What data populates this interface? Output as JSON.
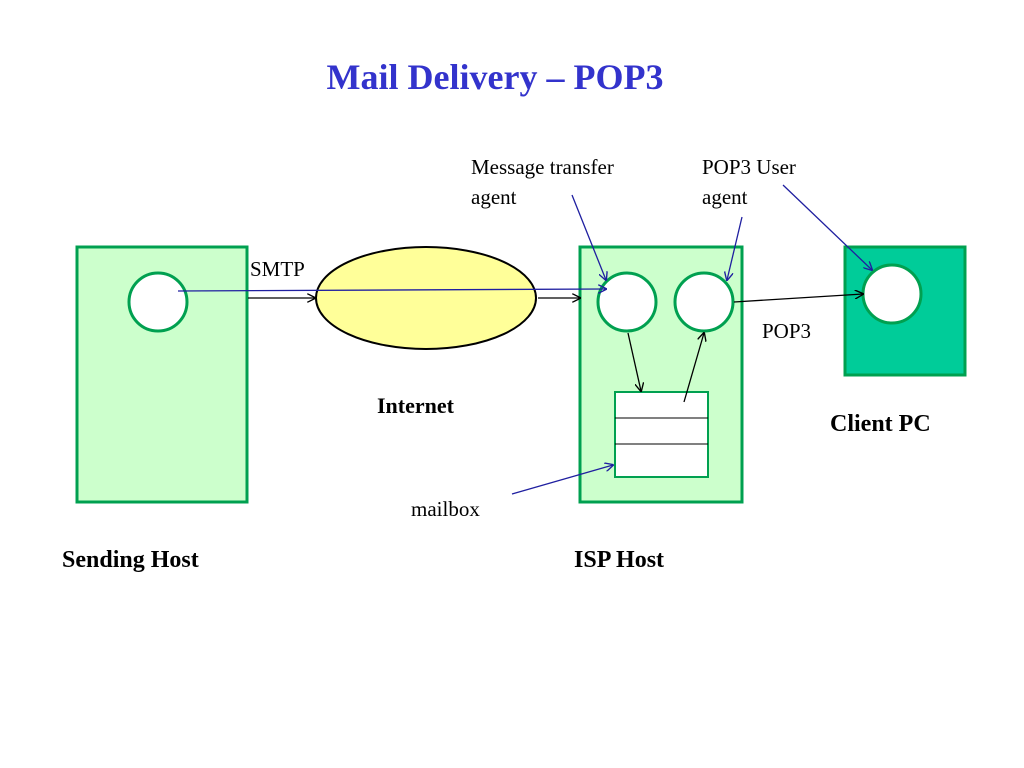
{
  "title": "Mail Delivery – POP3",
  "labels": {
    "smtp": "SMTP",
    "internet": "Internet",
    "mta_line1": "Message transfer",
    "mta_line2": "agent",
    "ua_line1": "POP3 User",
    "ua_line2": "agent",
    "pop3": "POP3",
    "mailbox": "mailbox",
    "sending_host": "Sending Host",
    "isp_host": "ISP Host",
    "client_pc": "Client PC"
  },
  "colors": {
    "title": "#3333cc",
    "host_fill": "#ccffcc",
    "host_stroke": "#00a050",
    "client_fill": "#00cc99",
    "internet_fill": "#ffff99",
    "pointer_arrow": "#1f1fa0",
    "flow_arrow": "#000000"
  }
}
